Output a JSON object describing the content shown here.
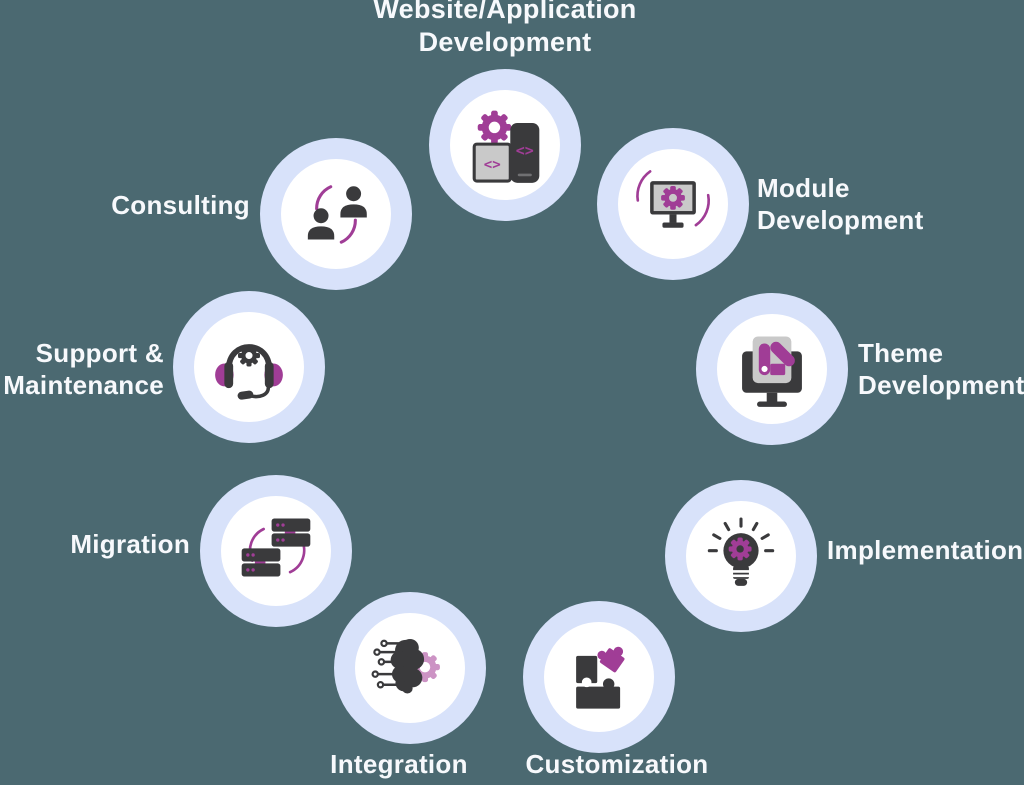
{
  "diagram": {
    "description": "Nine service icons arranged in a ring",
    "background_color": "#4B6971",
    "colors": {
      "ring": "#D8E2FA",
      "inner_circle": "#FFFFFF",
      "icon_dark": "#3A3A3C",
      "accent_purple": "#A03D96",
      "accent_pink": "#CC93C4",
      "label_text": "#F7F9FC"
    },
    "services": [
      {
        "id": "website-application-development",
        "label": "Website/Application\nDevelopment",
        "icon": "gear-devices-icon"
      },
      {
        "id": "module-development",
        "label": "Module\nDevelopment",
        "icon": "monitor-gear-icon"
      },
      {
        "id": "theme-development",
        "label": "Theme\nDevelopment",
        "icon": "monitor-theme-icon"
      },
      {
        "id": "implementation",
        "label": "Implementation",
        "icon": "lightbulb-gear-icon"
      },
      {
        "id": "customization",
        "label": "Customization",
        "icon": "puzzle-pieces-icon"
      },
      {
        "id": "integration",
        "label": "Integration",
        "icon": "brain-circuit-gear-icon"
      },
      {
        "id": "migration",
        "label": "Migration",
        "icon": "servers-sync-icon"
      },
      {
        "id": "support-maintenance",
        "label": "Support &\nMaintenance",
        "icon": "headset-gear-icon"
      },
      {
        "id": "consulting",
        "label": "Consulting",
        "icon": "people-exchange-icon"
      }
    ]
  }
}
